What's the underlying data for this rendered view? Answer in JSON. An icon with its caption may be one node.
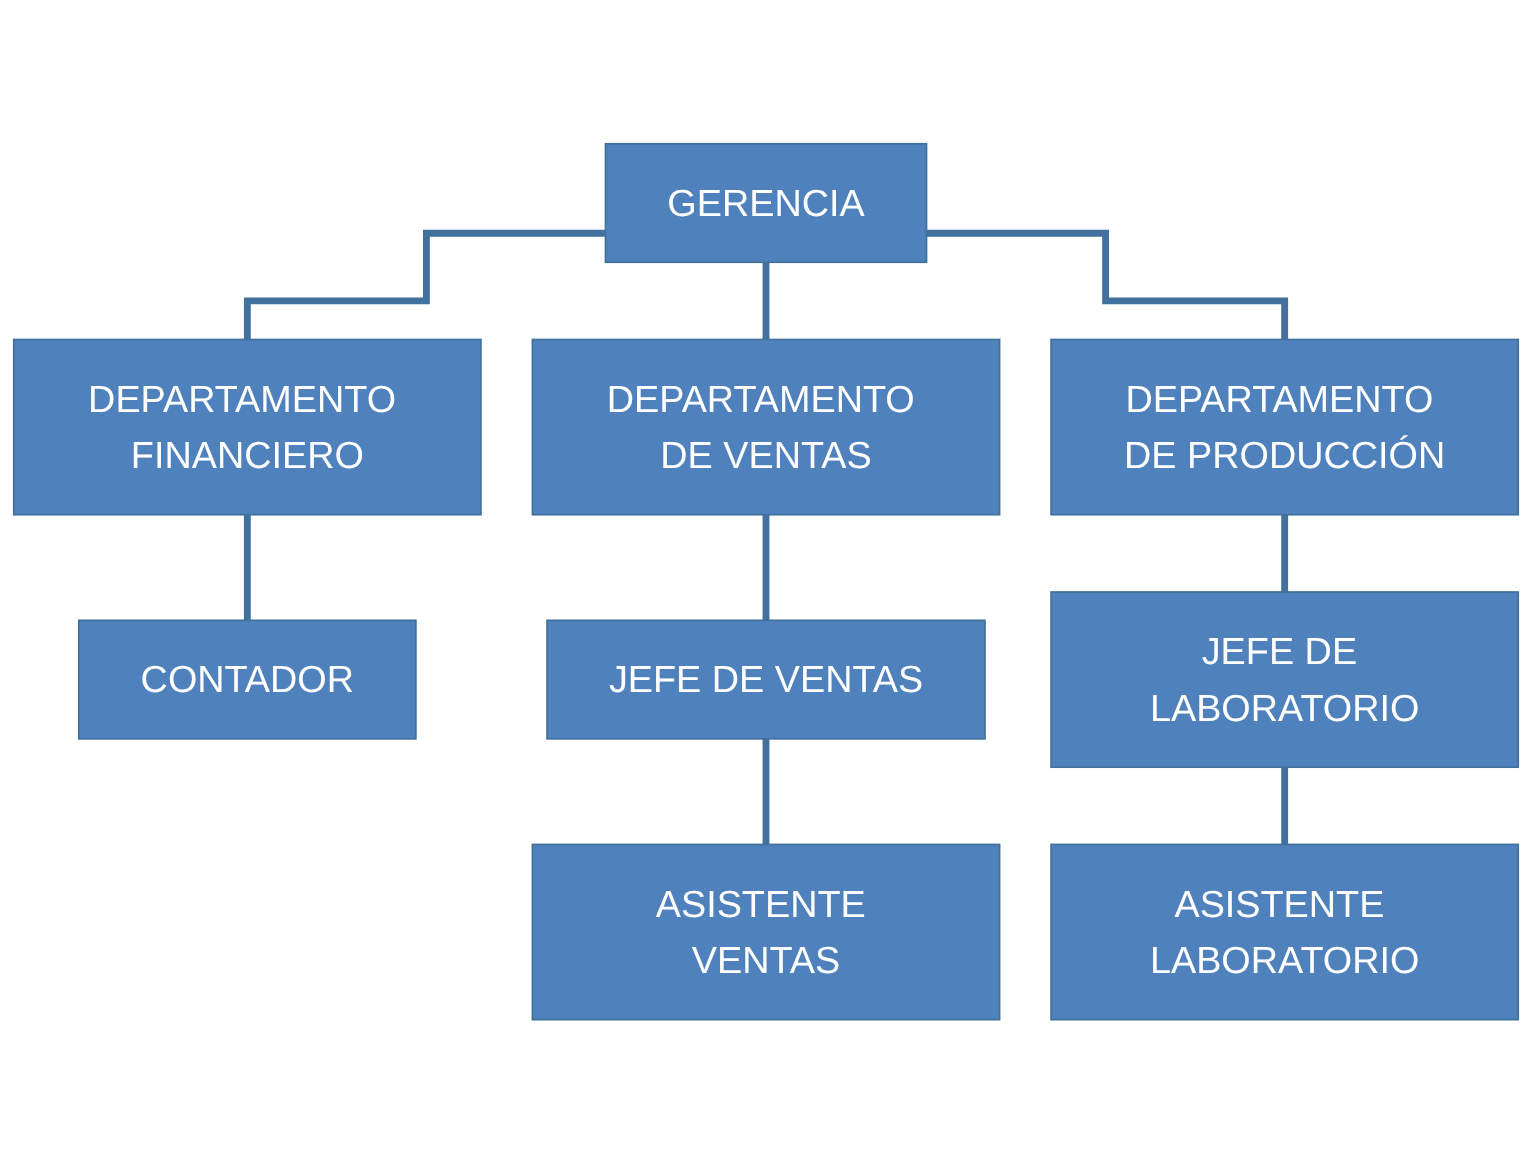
{
  "diagram": {
    "nodes": [
      {
        "text": [
          "GERENCIA"
        ]
      },
      {
        "text": [
          "DEPARTAMENTO FINANCIERO"
        ]
      },
      {
        "text": [
          "DEPARTAMENTO DE VENTAS"
        ]
      },
      {
        "text": [
          "DEPARTAMENTO DE PRODUCCIÓN"
        ]
      },
      {
        "text": [
          "CONTADOR"
        ]
      },
      {
        "text": [
          "JEFE DE VENTAS"
        ]
      },
      {
        "text": [
          "JEFE DE LABORATORIO"
        ]
      },
      {
        "text": [
          "ASISTENTE VENTAS"
        ]
      },
      {
        "text": [
          "ASISTENTE LABORATORIO"
        ]
      }
    ],
    "edges": [
      {
        "from": 0,
        "to": 1,
        "arrow": "none"
      },
      {
        "from": 0,
        "to": 2,
        "arrow": "none"
      },
      {
        "from": 0,
        "to": 3,
        "arrow": "none"
      },
      {
        "from": 1,
        "to": 4,
        "arrow": "none"
      },
      {
        "from": 2,
        "to": 5,
        "arrow": "none"
      },
      {
        "from": 3,
        "to": 6,
        "arrow": "none"
      },
      {
        "from": 5,
        "to": 7,
        "arrow": "none"
      },
      {
        "from": 6,
        "to": 8,
        "arrow": "none"
      }
    ]
  }
}
